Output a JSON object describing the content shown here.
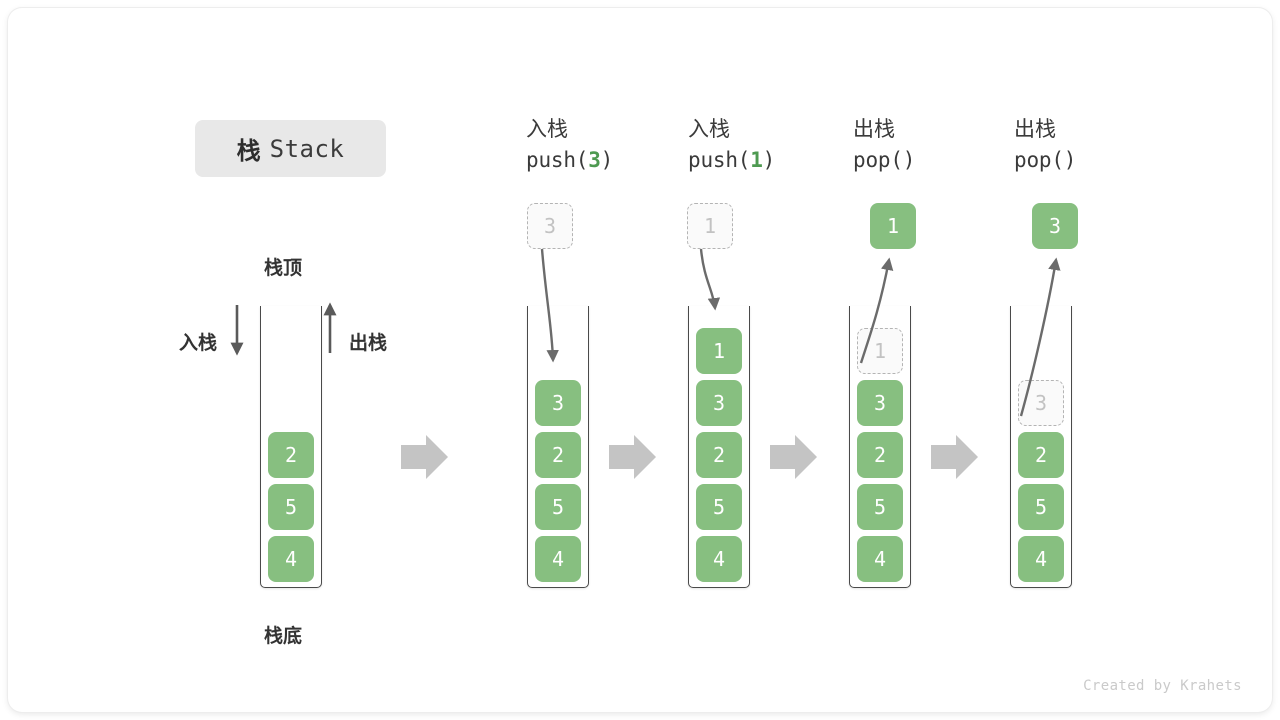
{
  "title": {
    "cn": "栈",
    "en": "Stack"
  },
  "labels": {
    "top": "栈顶",
    "bottom": "栈底",
    "push_side": "入栈",
    "pop_side": "出栈"
  },
  "colors": {
    "cell_fill": "#87bf80",
    "cell_text": "#ffffff",
    "ghost_border": "#b4b4b4",
    "ghost_text": "#c2c2c2",
    "accent_green": "#4e9a51",
    "flow_arrow": "#c4c4c4",
    "curve_arrow": "#6b6b6b",
    "chip_bg": "#e8e8e8"
  },
  "columns": [
    {
      "id": "initial",
      "header_cn": "",
      "header_code": "",
      "header_arg": "",
      "stack": [
        "2",
        "5",
        "4"
      ],
      "ghost_in_stack": null,
      "floating": null,
      "floating_style": null
    },
    {
      "id": "push-3",
      "header_cn": "入栈",
      "header_code_pre": "push(",
      "header_arg": "3",
      "header_code_post": ")",
      "stack": [
        "3",
        "2",
        "5",
        "4"
      ],
      "ghost_in_stack": null,
      "floating": "3",
      "floating_style": "ghost",
      "arrow_dir": "down"
    },
    {
      "id": "push-1",
      "header_cn": "入栈",
      "header_code_pre": "push(",
      "header_arg": "1",
      "header_code_post": ")",
      "stack": [
        "1",
        "3",
        "2",
        "5",
        "4"
      ],
      "ghost_in_stack": null,
      "floating": "1",
      "floating_style": "ghost",
      "arrow_dir": "down"
    },
    {
      "id": "pop-1",
      "header_cn": "出栈",
      "header_code_pre": "pop(",
      "header_arg": "",
      "header_code_post": ")",
      "stack": [
        "3",
        "2",
        "5",
        "4"
      ],
      "ghost_in_stack": {
        "value": "1",
        "slot": 0
      },
      "floating": "1",
      "floating_style": "filled",
      "arrow_dir": "up"
    },
    {
      "id": "pop-3",
      "header_cn": "出栈",
      "header_code_pre": "pop(",
      "header_arg": "",
      "header_code_post": ")",
      "stack": [
        "2",
        "5",
        "4"
      ],
      "ghost_in_stack": {
        "value": "3",
        "slot": 1
      },
      "floating": "3",
      "floating_style": "filled",
      "arrow_dir": "up"
    }
  ],
  "flow_arrows_count": 4,
  "footer": "Created by Krahets"
}
